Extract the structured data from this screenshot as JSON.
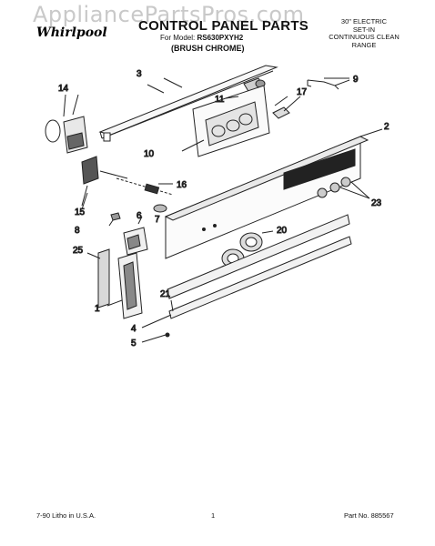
{
  "watermark": "AppliancePartsPros.com",
  "brand": "Whirlpool",
  "title": "CONTROL PANEL PARTS",
  "model_prefix": "For Model:",
  "model_number": "RS630PXYH2",
  "finish": "(BRUSH CHROME)",
  "spec_lines": [
    "30\" ELECTRIC",
    "SET-IN",
    "CONTINUOUS CLEAN",
    "RANGE"
  ],
  "footer": {
    "left": "7-90 Litho in U.S.A.",
    "center": "1",
    "right": "Part No. 885567"
  },
  "callouts": [
    "1",
    "2",
    "3",
    "4",
    "5",
    "6",
    "7",
    "8",
    "9",
    "10",
    "11",
    "14",
    "15",
    "16",
    "17",
    "20",
    "21",
    "23",
    "25"
  ]
}
